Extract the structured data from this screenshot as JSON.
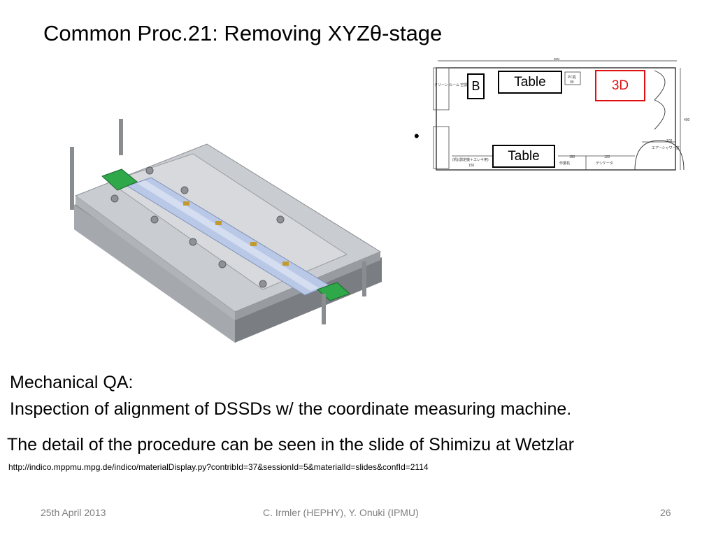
{
  "slide": {
    "title": "Common Proc.21: Removing XYZθ-stage",
    "bullet": "•",
    "body": {
      "line1": "Mechanical QA:",
      "line2": "Inspection of alignment of DSSDs w/ the coordinate measuring machine.",
      "line3": "The detail of the procedure can be seen in the slide of Shimizu at Wetzlar",
      "link": "http://indico.mppmu.mpg.de/indico/materialDisplay.py?contribId=37&sessionId=5&materialId=slides&confId=2114"
    },
    "floorplan": {
      "box_b": "B",
      "box_table_top": "Table",
      "box_3d": "3D",
      "box_table_bottom": "Table",
      "dim_width": "800",
      "dim_height": "400",
      "pc_label": "PC机",
      "pc_dim": "90",
      "left_label": "クリーン ルーム 空調機器",
      "dim_150a": "150",
      "dim_150b": "150",
      "dim_120": "120",
      "dim_100": "100",
      "label_work": "作業机",
      "label_desiccator": "デシケータ",
      "label_airshower": "エアーシャワー室",
      "label_bottom_left": "(机)(測定機＋エレキ用)"
    },
    "colors": {
      "accent_red": "#e01010",
      "footer_gray": "#7f7f7f"
    },
    "footer": {
      "date": "25th April 2013",
      "authors": "C. Irmler (HEPHY), Y. Onuki (IPMU)",
      "page": "26"
    }
  }
}
